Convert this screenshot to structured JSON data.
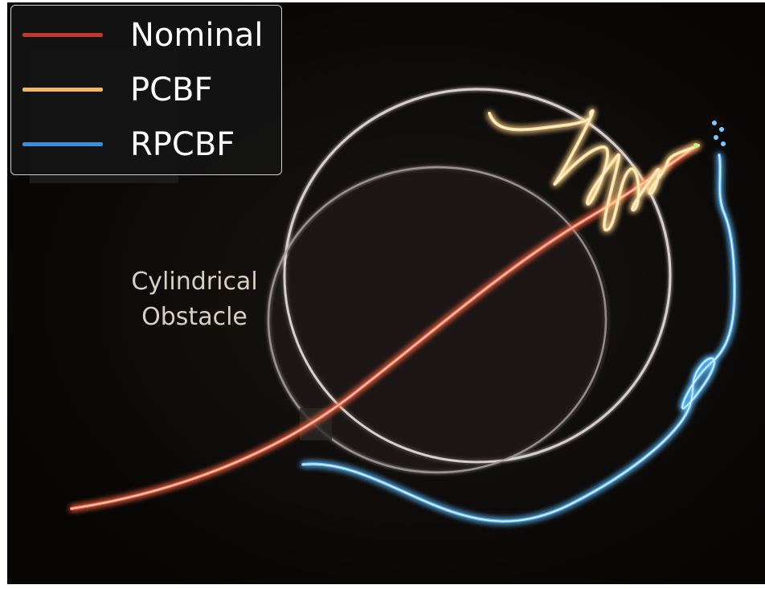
{
  "legend": {
    "items": [
      {
        "label": "Nominal",
        "color": "#c0392b"
      },
      {
        "label": "PCBF",
        "color": "#f0b860"
      },
      {
        "label": "RPCBF",
        "color": "#3a8fd6"
      }
    ]
  },
  "annotation": {
    "line1": "Cylindrical",
    "line2": "Obstacle"
  },
  "colors": {
    "background": "#0b0a09",
    "obstacle_outline": "#d8cfcf",
    "nominal_glow": "#ff4a2a",
    "pcbf_glow": "#ffd27a",
    "rpcbf_glow": "#4fb4ff"
  }
}
